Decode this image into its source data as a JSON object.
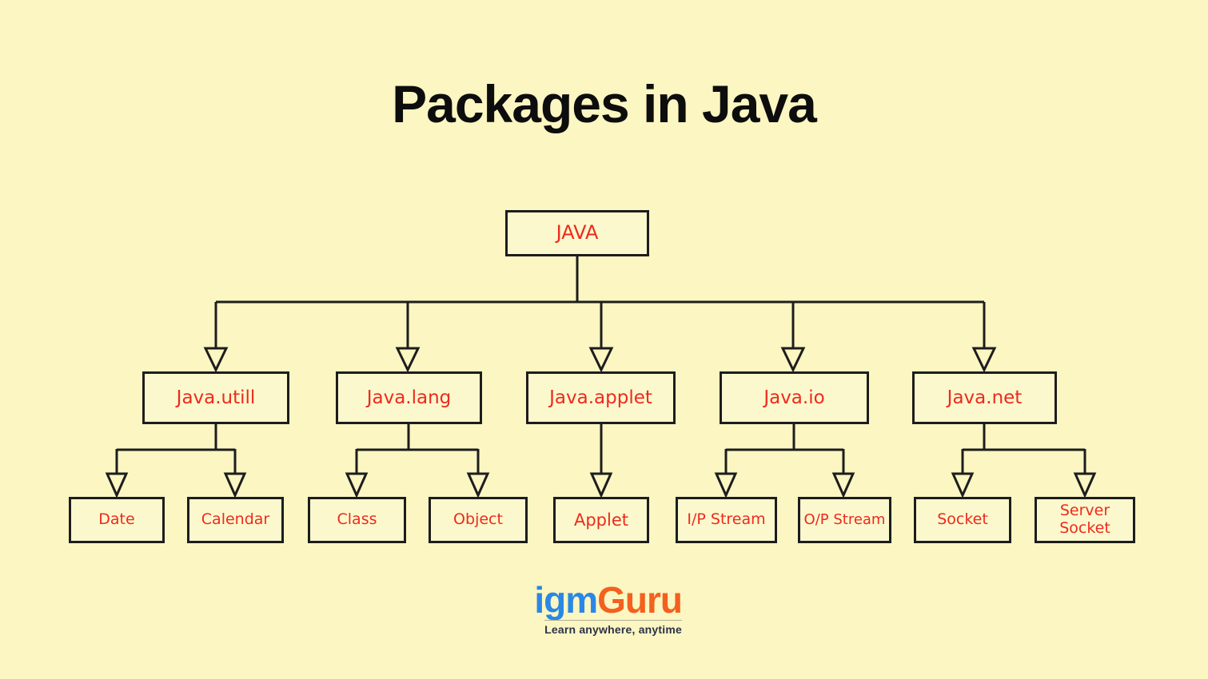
{
  "title": "Packages in Java",
  "colors": {
    "background": "#FBF6C2",
    "node_fill": "#FCF8CE",
    "node_border": "#1D1D1D",
    "node_text": "#EE2A1C",
    "title_text": "#0D0D0D",
    "logo_igm": "#2B87E4",
    "logo_guru": "#F2611F",
    "tagline_text": "#2B3245"
  },
  "tree": {
    "root": "JAVA",
    "packages": [
      {
        "label": "Java.utill",
        "children": [
          "Date",
          "Calendar"
        ]
      },
      {
        "label": "Java.lang",
        "children": [
          "Class",
          "Object"
        ]
      },
      {
        "label": "Java.applet",
        "children": [
          "Applet"
        ]
      },
      {
        "label": "Java.io",
        "children": [
          "I/P Stream",
          "O/P Stream"
        ]
      },
      {
        "label": "Java.net",
        "children": [
          "Socket",
          "Server Socket"
        ]
      }
    ]
  },
  "logo": {
    "name_primary": "igm",
    "name_secondary": "Guru",
    "tagline": "Learn anywhere, anytime"
  }
}
